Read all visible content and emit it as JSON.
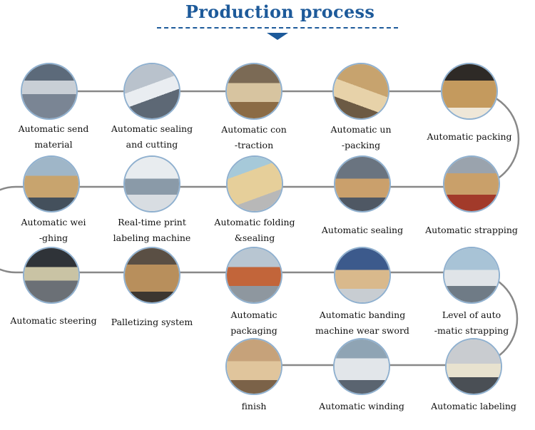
{
  "page": {
    "title": "Production process",
    "colors": {
      "title": "#1d5a9a",
      "connector": "#888888",
      "ring": "#8fb0cf"
    }
  },
  "steps": [
    {
      "id": "send-material",
      "lines": [
        "Automatic send",
        "material"
      ],
      "icon": "conveyor-line-photo-icon"
    },
    {
      "id": "sealing-cutting",
      "lines": [
        "Automatic sealing",
        "and cutting"
      ],
      "icon": "sealing-machine-photo-icon"
    },
    {
      "id": "contraction",
      "lines": [
        "Automatic con",
        "-traction"
      ],
      "icon": "shrink-machine-photo-icon"
    },
    {
      "id": "unpacking",
      "lines": [
        "Automatic un",
        "-packing"
      ],
      "icon": "open-carton-photo-icon"
    },
    {
      "id": "packing",
      "lines": [
        "Automatic packing"
      ],
      "icon": "carton-packing-photo-icon"
    },
    {
      "id": "strapping",
      "lines": [
        "Automatic strapping"
      ],
      "icon": "carton-roller-photo-icon"
    },
    {
      "id": "sealing",
      "lines": [
        "Automatic sealing"
      ],
      "icon": "sealing-station-photo-icon"
    },
    {
      "id": "folding-sealing",
      "lines": [
        "Automatic folding",
        "&sealing"
      ],
      "icon": "folding-carton-photo-icon"
    },
    {
      "id": "print-labeling",
      "lines": [
        "Real-time print",
        "labeling machine"
      ],
      "icon": "label-printer-photo-icon"
    },
    {
      "id": "weighing",
      "lines": [
        "Automatic wei",
        "-ghing"
      ],
      "icon": "weighing-carton-photo-icon"
    },
    {
      "id": "steering",
      "lines": [
        "Automatic steering"
      ],
      "icon": "roller-turn-photo-icon"
    },
    {
      "id": "palletizing",
      "lines": [
        "Palletizing system"
      ],
      "icon": "palletizer-photo-icon"
    },
    {
      "id": "packaging",
      "lines": [
        "Automatic",
        "packaging"
      ],
      "icon": "pallet-conveyor-photo-icon"
    },
    {
      "id": "banding",
      "lines": [
        "Automatic banding",
        "machine wear sword"
      ],
      "icon": "banding-machine-photo-icon"
    },
    {
      "id": "auto-strapping",
      "lines": [
        "Level of auto",
        "-matic strapping"
      ],
      "icon": "strapping-machine-photo-icon"
    },
    {
      "id": "labeling",
      "lines": [
        "Automatic labeling"
      ],
      "icon": "labeling-station-photo-icon"
    },
    {
      "id": "winding",
      "lines": [
        "Automatic winding"
      ],
      "icon": "stretch-wrapper-photo-icon"
    },
    {
      "id": "finish",
      "lines": [
        "finish"
      ],
      "icon": "wooden-crates-photo-icon"
    }
  ]
}
